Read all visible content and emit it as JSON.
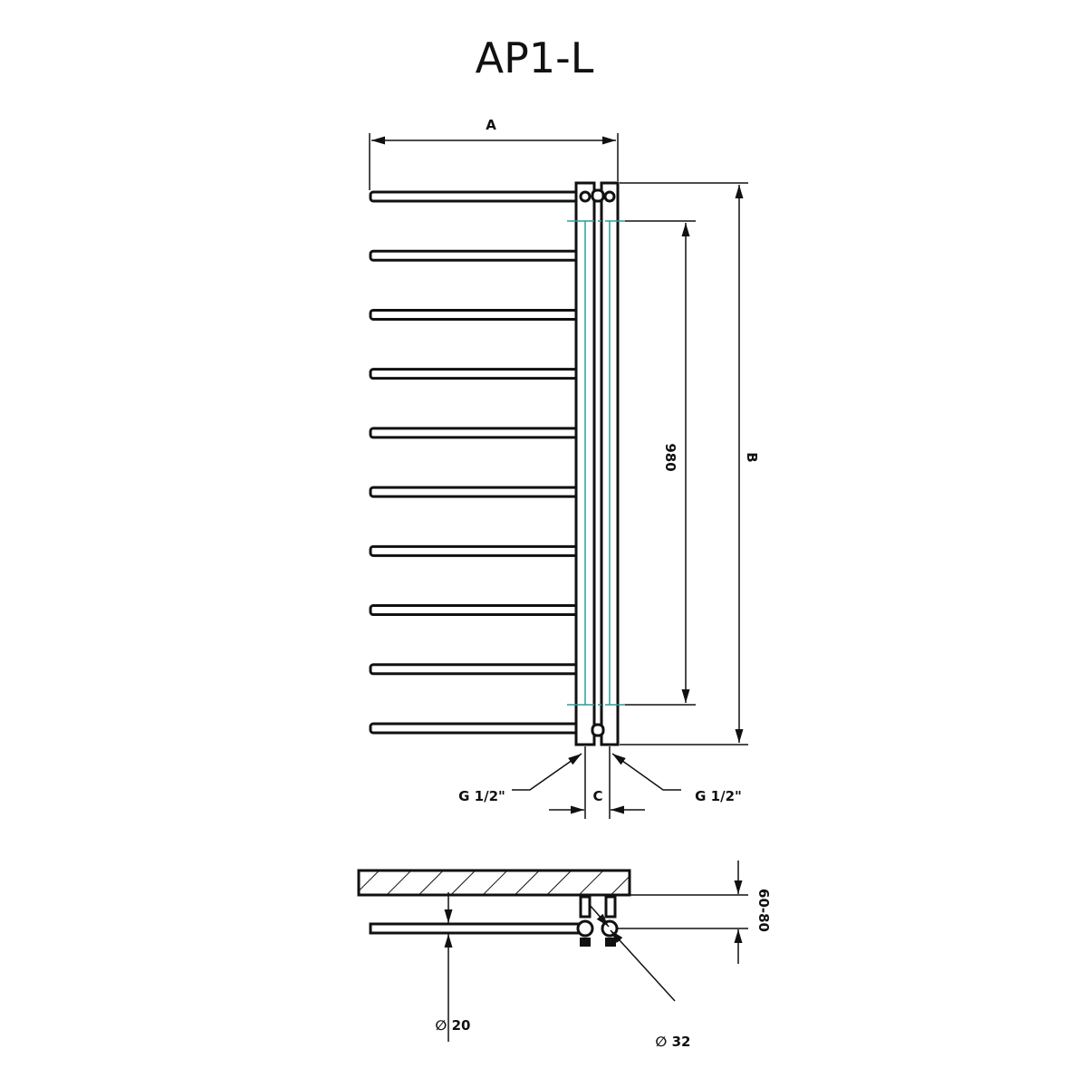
{
  "title": "AP1-L",
  "dimensions": {
    "width_label": "A",
    "height_label": "B",
    "spacing_label": "C",
    "axis_distance": "980",
    "connection_left": "G 1/2\"",
    "connection_right": "G 1/2\"",
    "wall_distance": "60-80",
    "rail_diameter": "∅ 20",
    "column_diameter": "∅ 32"
  },
  "rail_count": 10
}
